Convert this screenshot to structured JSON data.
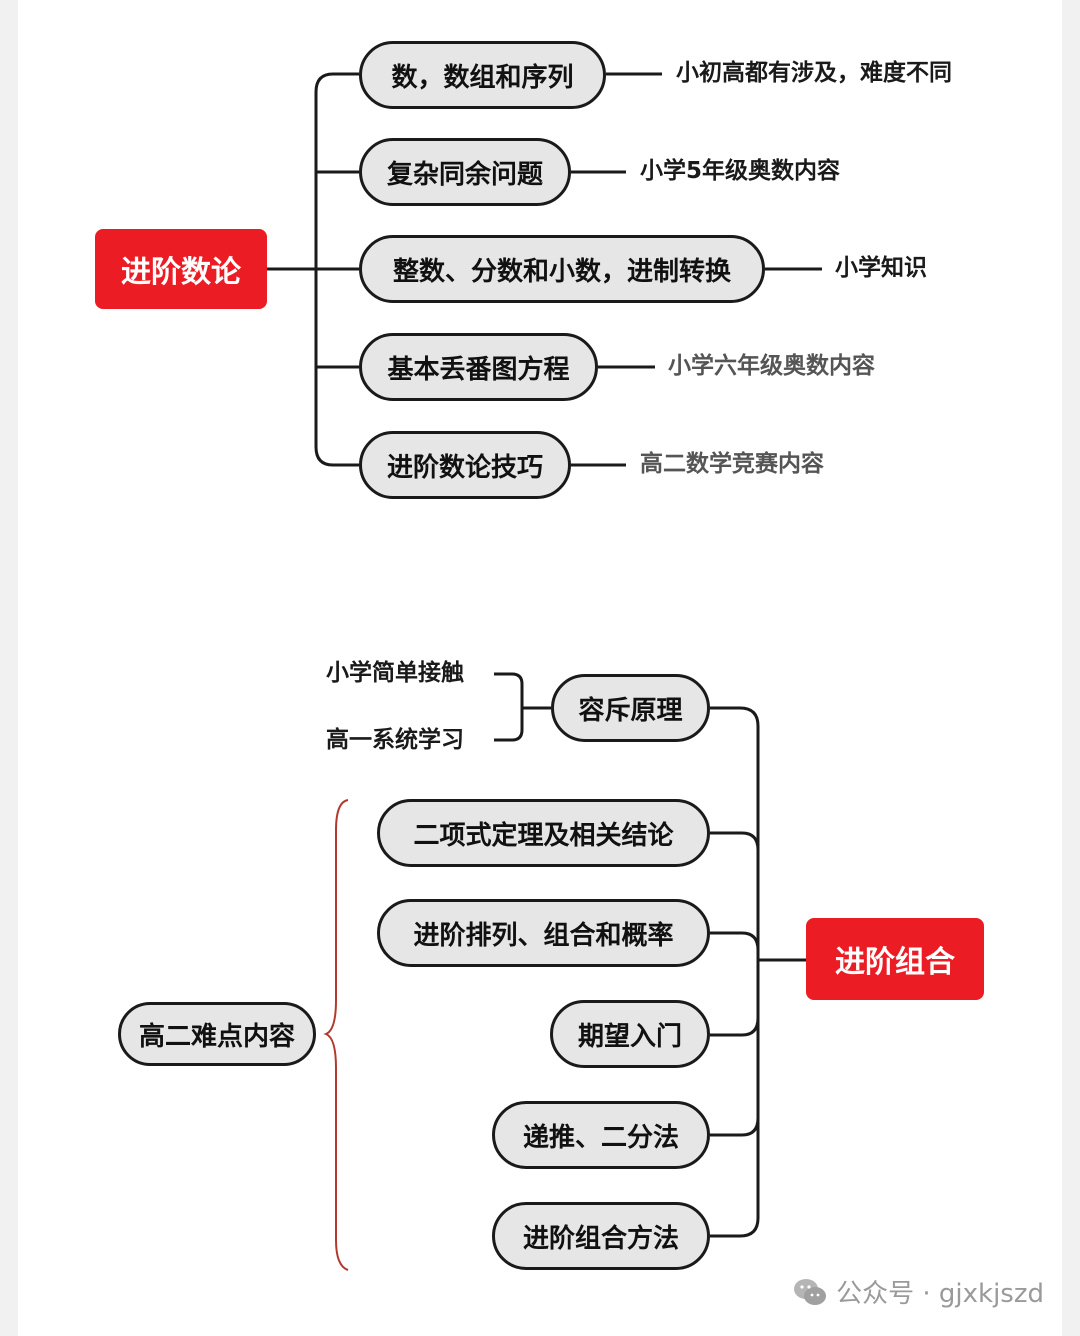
{
  "number_theory": {
    "root": "进阶数论",
    "topics": [
      {
        "label": "数，数组和序列",
        "note": "小初高都有涉及，难度不同"
      },
      {
        "label": "复杂同余问题",
        "note": "小学5年级奥数内容"
      },
      {
        "label": "整数、分数和小数，进制转换",
        "note": "小学知识"
      },
      {
        "label": "基本丢番图方程",
        "note": "小学六年级奥数内容"
      },
      {
        "label": "进阶数论技巧",
        "note": "高二数学竞赛内容"
      }
    ]
  },
  "combinatorics": {
    "root": "进阶组合",
    "topics": [
      {
        "label": "容斥原理"
      },
      {
        "label": "二项式定理及相关结论"
      },
      {
        "label": "进阶排列、组合和概率"
      },
      {
        "label": "期望入门"
      },
      {
        "label": "递推、二分法"
      },
      {
        "label": "进阶组合方法"
      }
    ],
    "inclusion_exclusion_notes": [
      "小学简单接触",
      "高一系统学习"
    ],
    "group_label": "高二难点内容"
  },
  "watermark": {
    "text": "公众号 · gjxkjszd",
    "icon": "wechat-icon"
  },
  "colors": {
    "root": "#ec1c24",
    "pill_fill": "#e6e6e6",
    "line": "#1a1a1a",
    "bracket": "#b03a2e"
  }
}
